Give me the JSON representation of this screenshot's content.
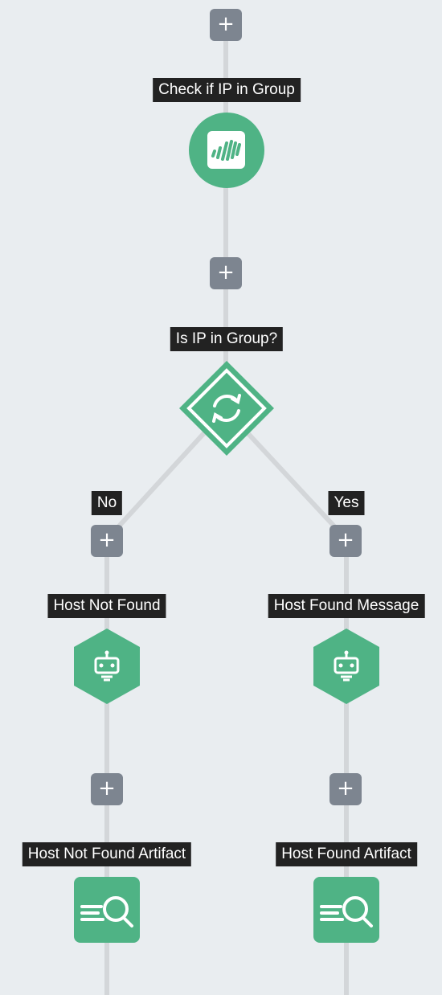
{
  "colors": {
    "background": "#e9edf0",
    "node_green": "#4fb385",
    "add_button": "#7d8590",
    "connector": "#d3d6d9",
    "label_bg": "#222222"
  },
  "add_button_glyph": "+",
  "nodes": {
    "check_ip": {
      "label": "Check if IP in Group",
      "icon": "chart-bars-icon"
    },
    "decision": {
      "label": "Is IP in Group?",
      "icon": "refresh-cycle-icon"
    },
    "branch_no": {
      "label": "No"
    },
    "branch_yes": {
      "label": "Yes"
    },
    "host_not_found": {
      "label": "Host Not Found",
      "icon": "robot-icon"
    },
    "host_found_message": {
      "label": "Host Found Message",
      "icon": "robot-icon"
    },
    "host_not_found_artifact": {
      "label": "Host Not Found Artifact",
      "icon": "search-lines-icon"
    },
    "host_found_artifact": {
      "label": "Host Found Artifact",
      "icon": "search-lines-icon"
    }
  }
}
